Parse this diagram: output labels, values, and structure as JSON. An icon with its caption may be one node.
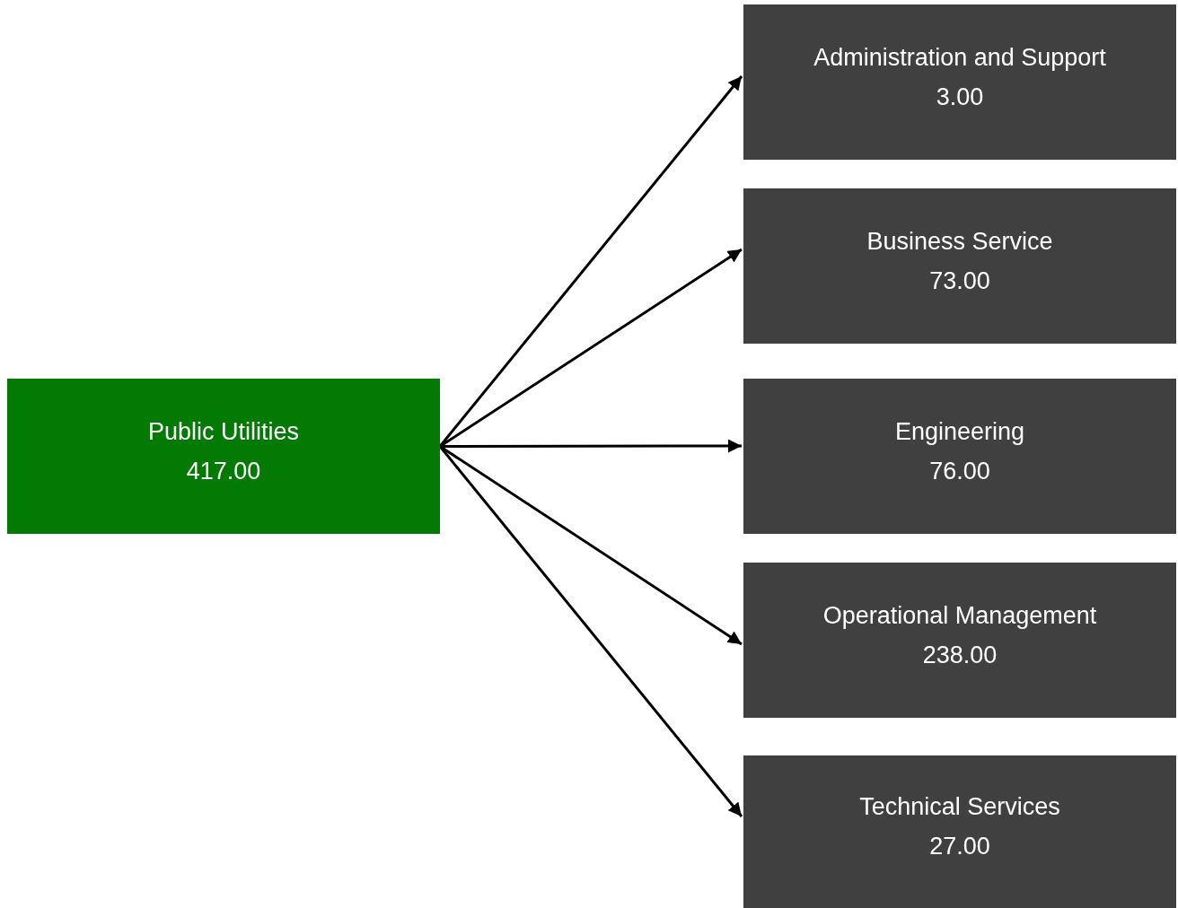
{
  "diagram": {
    "nodes": [
      {
        "text": [
          "Public Utilities",
          "417.00"
        ]
      },
      {
        "text": [
          "Administration and Support",
          "3.00"
        ]
      },
      {
        "text": [
          "Business Service",
          "73.00"
        ]
      },
      {
        "text": [
          "Engineering",
          "76.00"
        ]
      },
      {
        "text": [
          "Operational Management",
          "238.00"
        ]
      },
      {
        "text": [
          "Technical Services",
          "27.00"
        ]
      }
    ],
    "edges": [
      {
        "from": 0,
        "to": 1,
        "arrow": "to"
      },
      {
        "from": 0,
        "to": 2,
        "arrow": "to"
      },
      {
        "from": 0,
        "to": 3,
        "arrow": "to"
      },
      {
        "from": 0,
        "to": 4,
        "arrow": "to"
      },
      {
        "from": 0,
        "to": 5,
        "arrow": "to"
      }
    ]
  }
}
